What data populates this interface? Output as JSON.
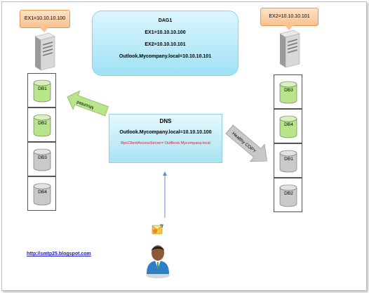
{
  "ex1_label": "EX1=10.10.10.100",
  "ex2_label": "EX2=10.10.10.101",
  "dag": {
    "title": "DAG1",
    "line1": "EX1=10.10.10.100",
    "line2": "EX2=10.10.10.101",
    "line3": "Outlook.Mycompany.local=10.10.10.101"
  },
  "dns": {
    "title": "DNS",
    "record": "Outlook.Mycompany.local=10.10.10.100",
    "rpc": "RpcClientAccessServer= OutBook.Mycompany.local"
  },
  "left_dbs": [
    {
      "label": "DB1",
      "color": "#b9e58a"
    },
    {
      "label": "DB2",
      "color": "#b9e58a"
    },
    {
      "label": "DB3",
      "color": "#c9c9c9"
    },
    {
      "label": "DB4",
      "color": "#c9c9c9"
    }
  ],
  "right_dbs": [
    {
      "label": "DB3",
      "color": "#b9e58a"
    },
    {
      "label": "DB4",
      "color": "#b9e58a"
    },
    {
      "label": "DB1",
      "color": "#c9c9c9"
    },
    {
      "label": "DB2",
      "color": "#c9c9c9"
    }
  ],
  "mounted_label": "Mounted",
  "healthy_label": "Healthy COPY",
  "blog_link": "http://smtp25.blogspot.com",
  "colors": {
    "green_arrow": "#b9e58a",
    "gray_arrow": "#c8c8c8",
    "callout": "#f9c08e",
    "dag": "#9fe1f5"
  }
}
